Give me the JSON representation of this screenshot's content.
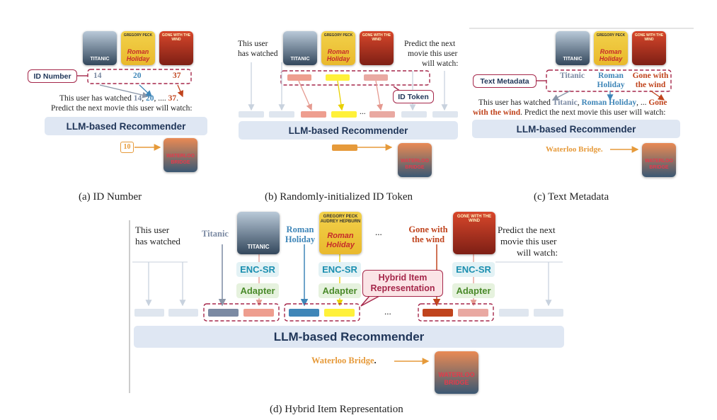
{
  "panel_a": {
    "id_number_label": "ID Number",
    "ids": [
      "14",
      "20",
      "37"
    ],
    "sentence_prefix": "This user has watched ",
    "sentence_ids": [
      "14",
      "20"
    ],
    "sentence_mid": ", .... ",
    "sentence_last": "37",
    "sentence_line2": "Predict the next movie this user will watch:",
    "recommender": "LLM-based Recommender",
    "output_id": "10",
    "caption": "(a) ID Number"
  },
  "panel_b": {
    "left_text": [
      "This user",
      "has watched"
    ],
    "right_text": [
      "Predict the next",
      "movie this user",
      "will watch:"
    ],
    "id_token_label": "ID Token",
    "ellipsis": "...",
    "recommender": "LLM-based Recommender",
    "caption": "(b) Randomly-initialized ID Token"
  },
  "panel_c": {
    "text_metadata_label": "Text Metadata",
    "titles": [
      "Titanic",
      "Roman Holiday",
      "Gone with the wind"
    ],
    "sentence_prefix": "This user has watched ",
    "sentence_titles": [
      "Titanic",
      "Roman Holiday"
    ],
    "sentence_mid": ", ... ",
    "sentence_last_a": "Gone",
    "sentence_last_b": "with the wind",
    "sentence_tail": ". Predict the next movie this user will watch:",
    "recommender": "LLM-based Recommender",
    "output": "Waterloo Bridge.",
    "caption": "(c) Text Metadata"
  },
  "panel_d": {
    "left_text": [
      "This user",
      "has watched"
    ],
    "right_text": [
      "Predict the next",
      "movie this user",
      "will watch:"
    ],
    "titles": [
      "Titanic",
      "Roman Holiday",
      "Gone with the wind"
    ],
    "encoder": "ENC-SR",
    "adapter": "Adapter",
    "hybrid_label": "Hybrid Item Representation",
    "ellipsis": "...",
    "recommender": "LLM-based Recommender",
    "output_text": "Waterloo Bridge",
    "output_period": ".",
    "caption": "(d) Hybrid Item Representation"
  },
  "posters": {
    "titanic": "TITANIC",
    "roman": [
      "GREGORY PECK",
      "AUDREY HEPBURN",
      "Roman",
      "Holiday"
    ],
    "gwtw": "GONE WITH THE WIND",
    "waterloo": [
      "WATERLOO",
      "BRIDGE"
    ]
  },
  "colors": {
    "titanic": "#7b8aa3",
    "roman": "#3f86b8",
    "gwtw": "#c0441d",
    "output": "#e69a3a",
    "callout_border": "#a5274a",
    "recommender_bg": "#dfe7f3",
    "token_placeholder": "#dfe6ef"
  }
}
